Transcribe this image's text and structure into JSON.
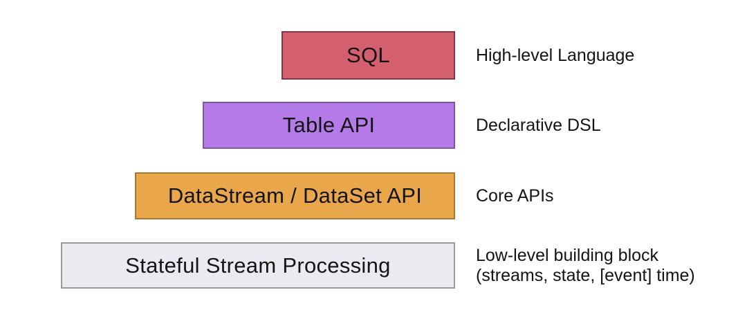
{
  "diagram": {
    "background": "#ffffff",
    "text_color": "#141414"
  },
  "layers": [
    {
      "name": "sql",
      "label": "SQL",
      "annotation": "High-level Language",
      "fill": "#d45f6e",
      "border": "#833744"
    },
    {
      "name": "table-api",
      "label": "Table API",
      "annotation": "Declarative DSL",
      "fill": "#b37ae8",
      "border": "#7d58a0"
    },
    {
      "name": "datastream-dataset-api",
      "label": "DataStream / DataSet API",
      "annotation": "Core APIs",
      "fill": "#e9a64a",
      "border": "#ab752b"
    },
    {
      "name": "stateful-stream-processing",
      "label": "Stateful Stream Processing",
      "annotation": "Low-level building block\n(streams, state, [event] time)",
      "fill": "#e9ebf0",
      "border": "#9a9a9a"
    }
  ]
}
